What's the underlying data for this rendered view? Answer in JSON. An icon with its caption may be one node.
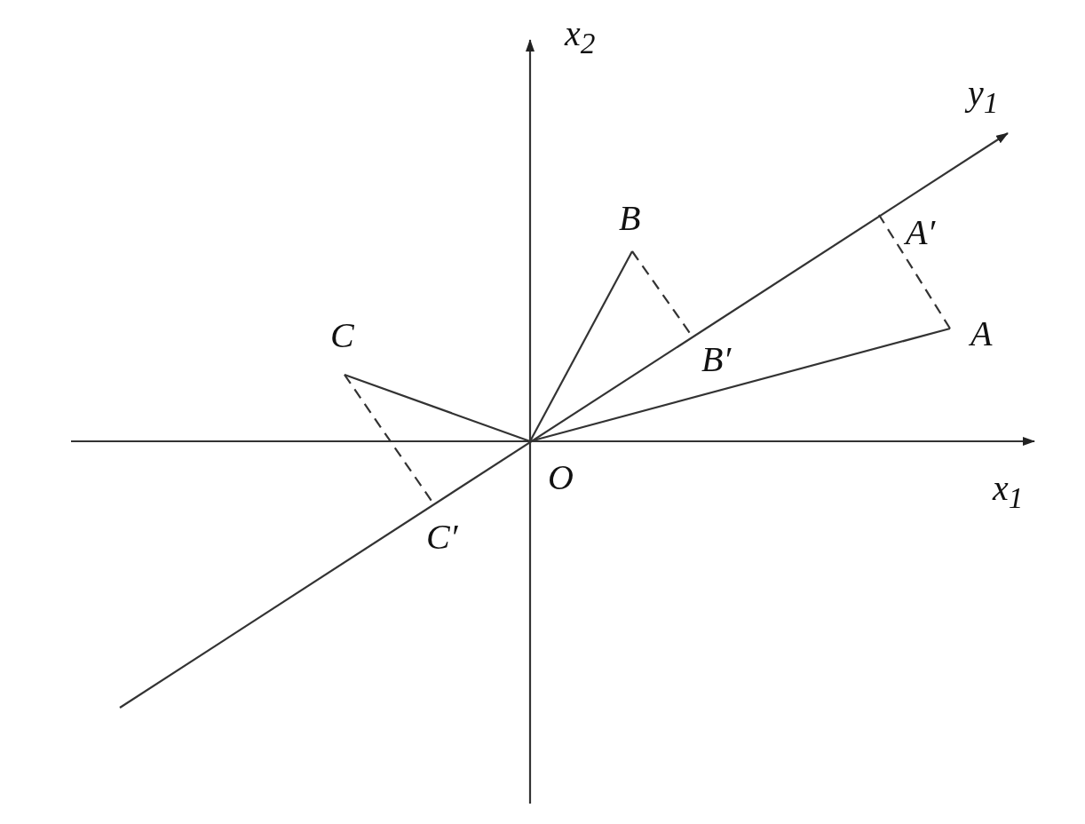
{
  "diagram": {
    "nodes": [
      {
        "text": [
          "O"
        ]
      },
      {
        "text": [
          "A"
        ]
      },
      {
        "text": [
          "B"
        ]
      },
      {
        "text": [
          "C"
        ]
      },
      {
        "text": [
          "A′"
        ]
      },
      {
        "text": [
          "B′"
        ]
      },
      {
        "text": [
          "C′"
        ]
      }
    ],
    "edges": [
      {
        "from": 0,
        "to": 1,
        "arrow": "none"
      },
      {
        "from": 0,
        "to": 2,
        "arrow": "none"
      },
      {
        "from": 0,
        "to": 3,
        "arrow": "none"
      },
      {
        "from": 1,
        "to": 4,
        "arrow": "none",
        "style": "dashed"
      },
      {
        "from": 2,
        "to": 5,
        "arrow": "none",
        "style": "dashed"
      },
      {
        "from": 3,
        "to": 6,
        "arrow": "none",
        "style": "dashed"
      }
    ],
    "labels": [
      "x$_{2}$",
      "y$_{1}$",
      "x$_{1}$"
    ]
  }
}
